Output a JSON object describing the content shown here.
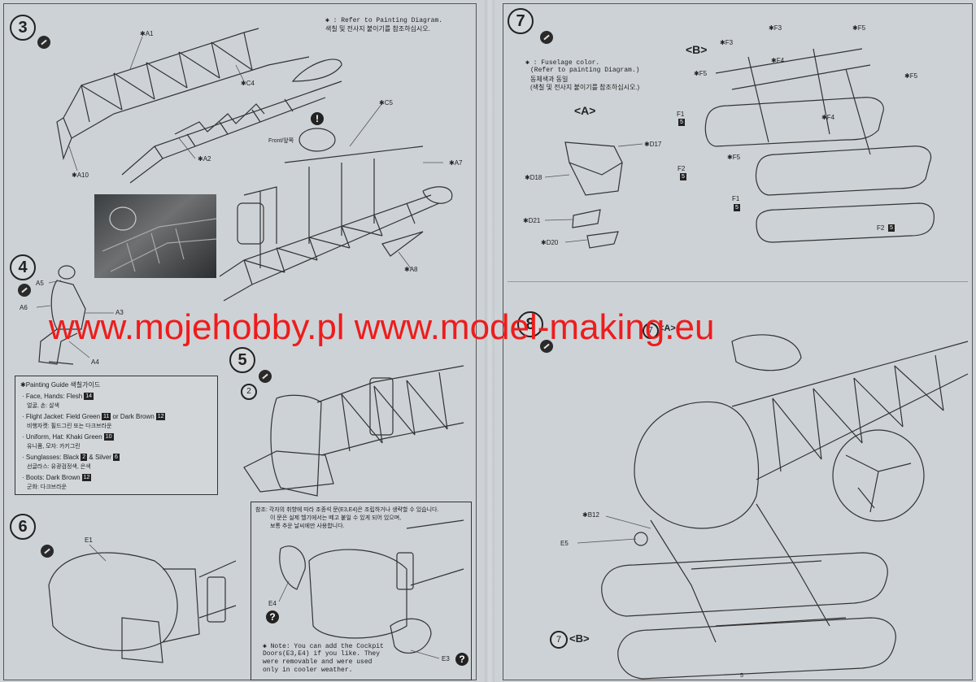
{
  "steps": {
    "s3": "3",
    "s4": "4",
    "s5": "5",
    "s6": "6",
    "s7": "7",
    "s8": "8",
    "s7b": "7"
  },
  "step3": {
    "note_line1": "✱ : Refer to Painting Diagram.",
    "note_line2": "색칠 및 전사지 붙이기를 참조하십시오.",
    "parts": [
      "✱A1",
      "✱C4",
      "✱A2",
      "✱A10",
      "✱C5",
      "✱A7",
      "✱A8"
    ],
    "front_label": "Front/앞쪽"
  },
  "step4": {
    "parts": [
      "A5",
      "A6",
      "A3",
      "A4"
    ]
  },
  "painting_guide": {
    "title": "✱Painting Guide 색칠가이드",
    "items": [
      {
        "line": "· Face, Hands: Flesh",
        "num": "14",
        "kr": "얼굴, 손: 살색"
      },
      {
        "line": "· Flight Jacket: Field Green",
        "num": "11",
        "extra": " or Dark Brown",
        "num2": "12",
        "kr": "비행자켓: 필드그린 또는 다크브라운"
      },
      {
        "line": "· Uniform, Hat: Khaki Green",
        "num": "10",
        "kr": "유니폼, 모자: 카키그린"
      },
      {
        "line": "· Sunglasses: Black",
        "num": "2",
        "extra": " & Silver",
        "num2": "6",
        "kr": "선글라스: 유광검정색, 은색"
      },
      {
        "line": "· Boots: Dark Brown",
        "num": "12",
        "kr": "군화: 다크브라운"
      }
    ]
  },
  "step5": {
    "callout": "2"
  },
  "step6": {
    "parts": [
      "E1",
      "E4",
      "E3"
    ],
    "kr_note": [
      "참조: 각자의 취향에 따라 조종석 문(E3,E4)은 조립하거나 생략할 수 있습니다.",
      "이 문은 실제 헬기에서는 떼고 붙일 수 있게 되어 있으며,",
      "보통 추운 날씨에만 사용합니다."
    ],
    "en_note": [
      "✱ Note: You can add the Cockpit",
      "Doors(E3,E4) if you like.  They",
      "were removable and were used",
      "only in cooler weather."
    ]
  },
  "step7": {
    "note": [
      "✱ : Fuselage color.",
      "(Refer to painting Diagram.)",
      "동체색과 동일",
      "(색칠 및 전사지 붙이기를 참조하십시오.)"
    ],
    "label_a": "<A>",
    "label_b": "<B>",
    "a_parts": [
      "✱D17",
      "✱D18",
      "✱D21",
      "✱D20"
    ],
    "b_parts": [
      "✱F3",
      "✱F5",
      "✱F3",
      "✱F4",
      "✱F5",
      "✱F5",
      "✱F4",
      "✱F5"
    ],
    "floats": [
      "F1",
      "5",
      "F2",
      "5",
      "F1",
      "5",
      "F2",
      "5"
    ]
  },
  "step8": {
    "parts": [
      "✱B12",
      "E5"
    ],
    "callout_a": "7",
    "callout_a_label": "<A>",
    "callout_b_label": "<B>"
  },
  "watermark": "www.mojehobby.pl www.model-making.eu",
  "page_number": "5",
  "colors": {
    "paper": "#cdd2d6",
    "ink": "#222222",
    "watermark": "#ee1c1c"
  }
}
